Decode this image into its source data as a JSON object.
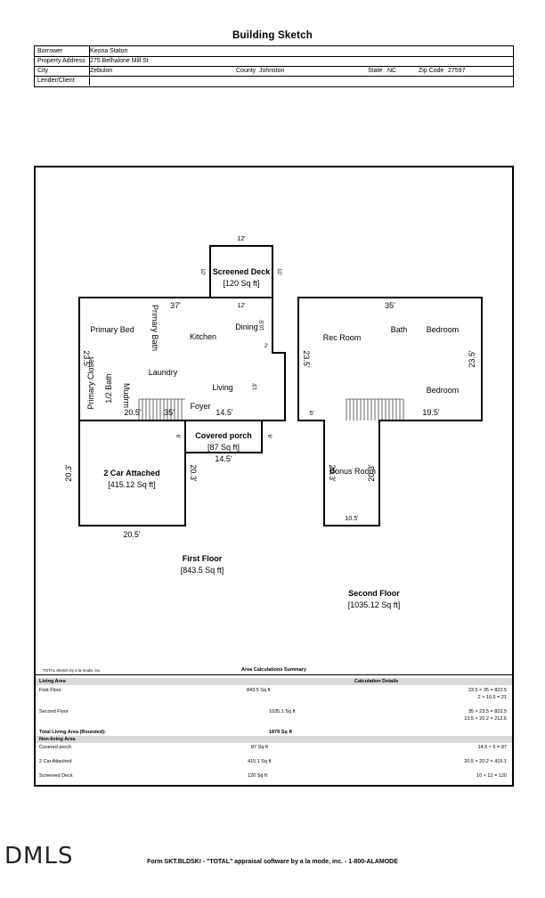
{
  "header": {
    "title": "Building Sketch"
  },
  "info": {
    "borrower_label": "Borrower",
    "borrower": "Keona Staton",
    "address_label": "Property Address",
    "address": "275 Belhalone Mill St",
    "city_label": "City",
    "city": "Zebulon",
    "county_label": "County",
    "county": "Johnston",
    "state_label": "State",
    "state": "NC",
    "zip_label": "Zip Code",
    "zip": "27597",
    "lender_label": "Lender/Client",
    "lender": ""
  },
  "sketch": {
    "screened_deck": {
      "name": "Screened Deck",
      "area": "[120 Sq ft]",
      "top_dim": "12'",
      "bottom_dim": "12'",
      "left_dim": "10'",
      "right_dim": "10'"
    },
    "first_floor": {
      "name": "First Floor",
      "area": "[843.5 Sq ft]",
      "top_dim": "37'",
      "left_dim": "23.5'",
      "bottom_dim_left": "20.5'",
      "bottom_dim_mid": "35'",
      "bottom_dim_right": "14.5'",
      "right_dim_upper": "10.5'",
      "right_dim_mid": "2'",
      "right_dim_lower": "13'",
      "rooms": [
        "Primary Bed",
        "Primary Bath",
        "Kitchen",
        "Dining",
        "Laundry",
        "Living",
        "Primary Closet",
        "1/2 Bath",
        "Mudrm",
        "Foyer"
      ]
    },
    "covered_porch": {
      "name": "Covered porch",
      "area": "[87 Sq ft]",
      "bottom_dim": "14.5'",
      "left_dim": "6'",
      "right_dim": "6'"
    },
    "garage": {
      "name": "2 Car Attached",
      "area": "[415.12 Sq ft]",
      "left_dim": "20.3'",
      "right_dim": "20.3'",
      "bottom_dim": "20.5'"
    },
    "second_floor": {
      "name": "Second Floor",
      "area": "[1035.12 Sq ft]",
      "top_dim": "35'",
      "left_dim": "23.5'",
      "right_dim": "23.5'",
      "bottom_dim_left": "5'",
      "bottom_dim_right": "19.5'",
      "rooms": [
        "Rec Room",
        "Bath",
        "Bedroom",
        "Bedroom"
      ]
    },
    "bonus_room": {
      "name": "Bonus Room",
      "left_dim": "20.3'",
      "right_dim": "20.3'",
      "bottom_dim": "10.5'"
    },
    "credit": "TOTAL Sketch by a la mode, inc."
  },
  "calc": {
    "title": "Area Calculations Summary",
    "living_header": "Living Area",
    "details_header": "Calculation Details",
    "rows": [
      {
        "label": "First Floor",
        "area": "843.5 Sq ft",
        "details": [
          "23.5 × 35  =  822.5",
          "2 × 10.5  =  21"
        ]
      },
      {
        "label": "Second Floor",
        "area": "1035.1 Sq ft",
        "details": [
          "35 × 23.5  =  822.5",
          "10.5 × 20.2  =  212.6"
        ]
      }
    ],
    "total_label": "Total Living Area (Rounded):",
    "total_value": "1879 Sq ft",
    "nonliving_header": "Non-living Area",
    "nonliving": [
      {
        "label": "Covered porch",
        "area": "87 Sq ft",
        "details": "14.5 × 6  =  87"
      },
      {
        "label": "2 Car Attached",
        "area": "415.1 Sq ft",
        "details": "20.5 × 20.2  =  415.1"
      },
      {
        "label": "Screened Deck",
        "area": "120 Sq ft",
        "details": "10 × 12  =  120"
      }
    ]
  },
  "footer": {
    "logo": "DMLS",
    "form_text": "Form SKT.BLDSKI - \"TOTAL\" appraisal software by a la mode, inc. - 1-800-ALAMODE"
  }
}
